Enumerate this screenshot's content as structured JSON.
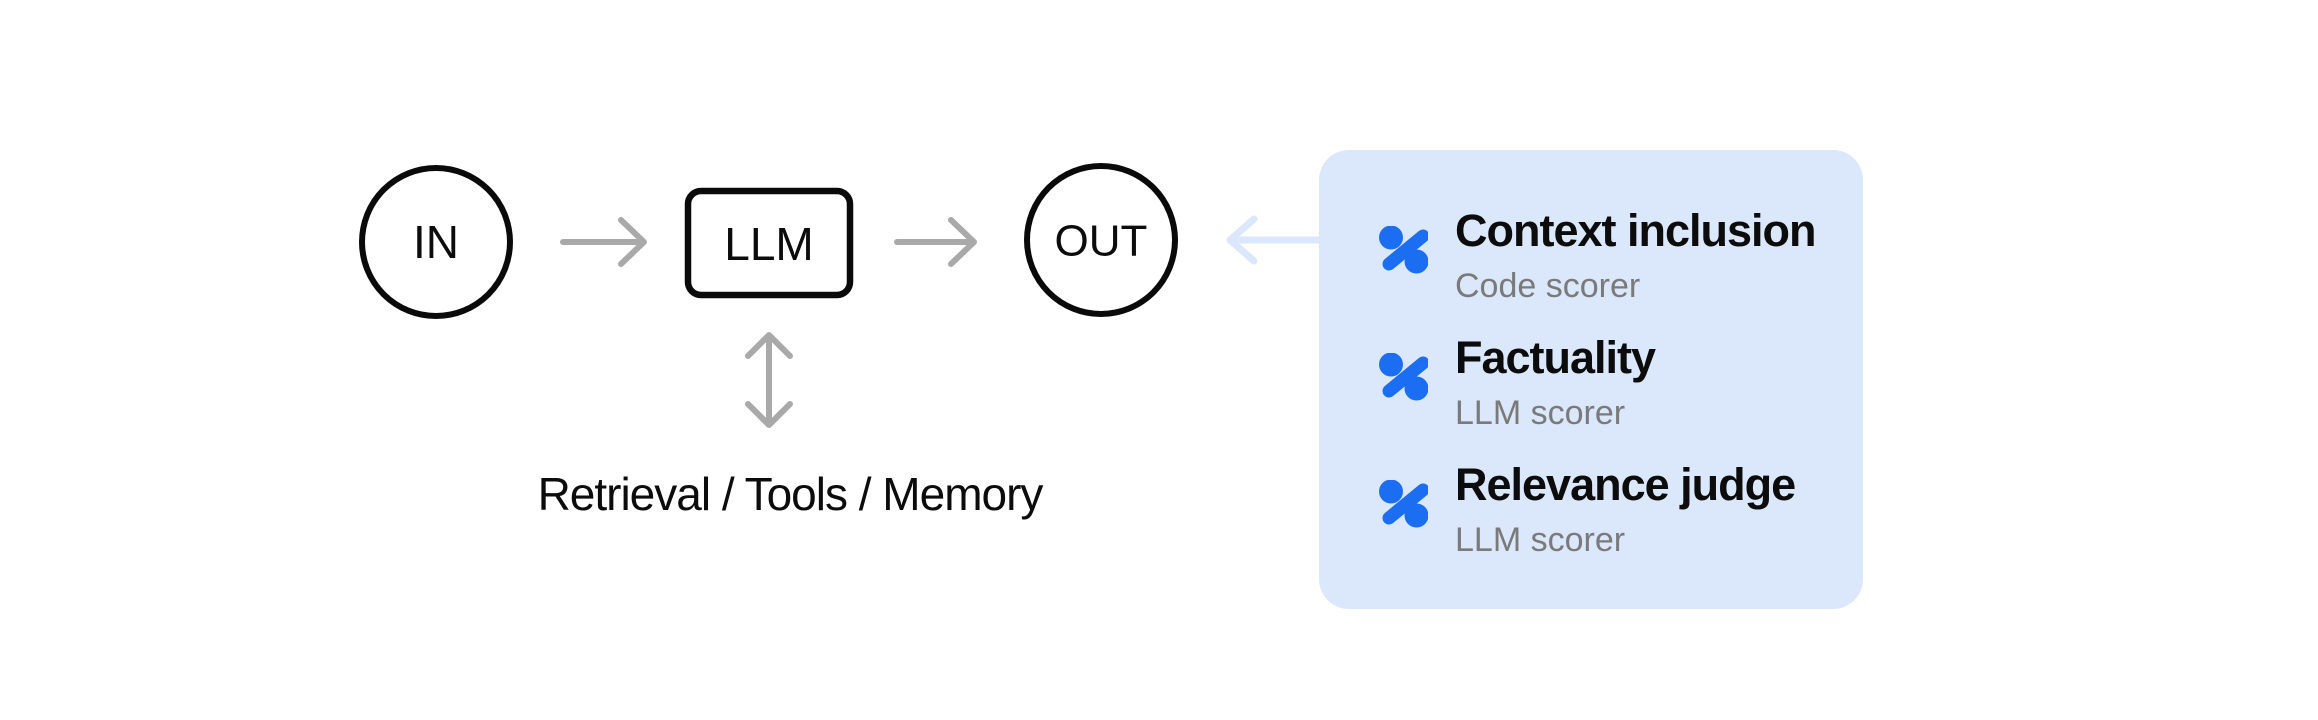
{
  "diagram": {
    "nodes": {
      "input": "IN",
      "llm": "LLM",
      "output": "OUT"
    },
    "caption": "Retrieval / Tools / Memory",
    "arrows": [
      {
        "name": "in-to-llm-arrow",
        "direction": "right",
        "color": "#a9a9a9"
      },
      {
        "name": "llm-to-out-arrow",
        "direction": "right",
        "color": "#a9a9a9"
      },
      {
        "name": "llm-tools-double-arrow",
        "direction": "vertical-both",
        "color": "#a9a9a9"
      },
      {
        "name": "panel-to-out-arrow",
        "direction": "left",
        "color": "#dbe7fa"
      }
    ]
  },
  "panel": {
    "items": [
      {
        "icon": "braintrust-percent-icon",
        "title": "Context inclusion",
        "subtitle": "Code scorer"
      },
      {
        "icon": "braintrust-percent-icon",
        "title": "Factuality",
        "subtitle": "LLM scorer"
      },
      {
        "icon": "braintrust-percent-icon",
        "title": "Relevance judge",
        "subtitle": "LLM scorer"
      }
    ]
  },
  "colors": {
    "background": "#ffffff",
    "ink": "#0c0c0c",
    "node_stroke": "#0a0a0a",
    "arrow_gray": "#a9a9a9",
    "panel_background": "#dbe7fa",
    "accent_blue": "#1b6ef2",
    "subtitle_gray": "#7a7a7a"
  }
}
